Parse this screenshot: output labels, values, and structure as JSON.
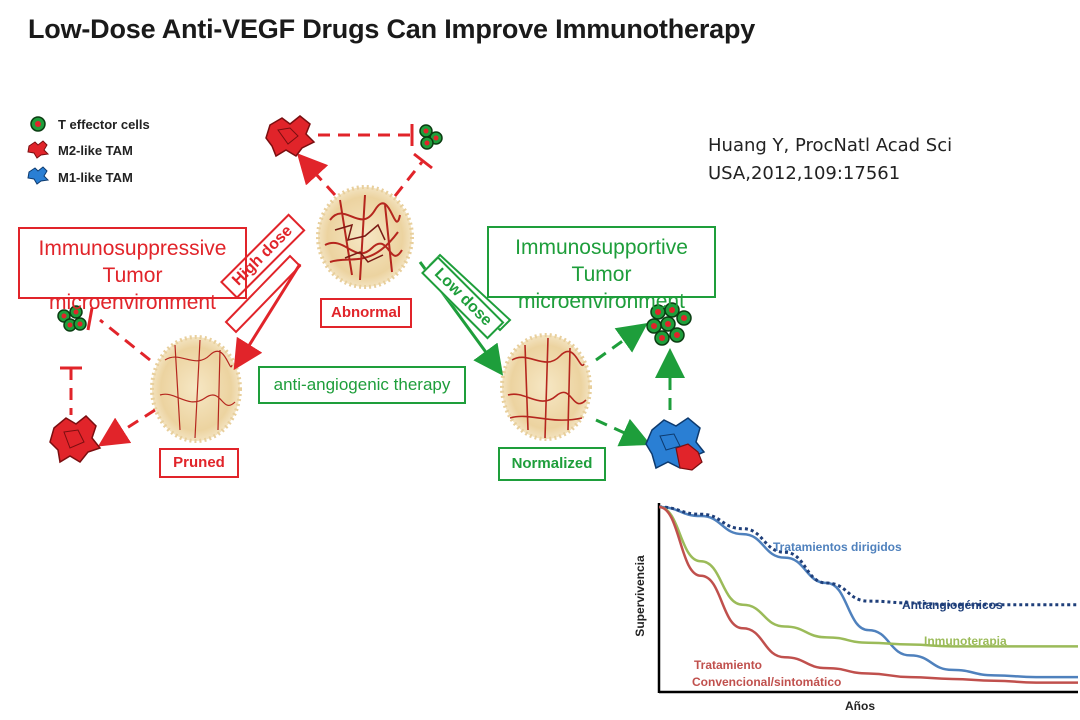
{
  "title": "Low-Dose Anti-VEGF Drugs Can Improve Immunotherapy",
  "citation": {
    "line1": "Huang Y, ProcNatl Acad Sci",
    "line2": "USA,2012,109:17561"
  },
  "legend": [
    {
      "label": "T effector cells",
      "icon": "t-effector-cell-icon"
    },
    {
      "label": "M2-like TAM",
      "icon": "m2-tam-icon"
    },
    {
      "label": "M1-like TAM",
      "icon": "m1-tam-icon"
    }
  ],
  "diagram": {
    "immunosuppressive": {
      "line1": "Immunosuppressive",
      "line2": "Tumor microenvironment"
    },
    "immunosupportive": {
      "line1": "Immunosupportive",
      "line2": "Tumor microenvironment"
    },
    "abnormal": "Abnormal",
    "pruned": "Pruned",
    "normalized": "Normalized",
    "high_dose": "High dose",
    "low_dose": "Low dose",
    "therapy": "anti-angiogenic therapy"
  },
  "colors": {
    "red": "#e1242a",
    "green": "#1e9e3b",
    "blue": "#2a7fd4"
  },
  "chart_data": {
    "type": "line",
    "title": "",
    "xlabel": "Años",
    "ylabel": "Supervivencia",
    "ylim": [
      0,
      1
    ],
    "series": [
      {
        "name": "Tratamientos dirigidos",
        "color": "#4f81bd",
        "style": "solid",
        "x": [
          0,
          1,
          2,
          3,
          4,
          5,
          6,
          7,
          8,
          9,
          10
        ],
        "y": [
          1.0,
          0.95,
          0.85,
          0.72,
          0.58,
          0.32,
          0.18,
          0.1,
          0.07,
          0.06,
          0.06
        ]
      },
      {
        "name": "Antiangiogénicos",
        "color": "#1f3f7a",
        "style": "dotted",
        "x": [
          0,
          1,
          2,
          3,
          4,
          5,
          6,
          7,
          8,
          9,
          10
        ],
        "y": [
          1.0,
          0.96,
          0.88,
          0.75,
          0.58,
          0.48,
          0.47,
          0.46,
          0.46,
          0.46,
          0.46
        ]
      },
      {
        "name": "Inmunoterapia",
        "color": "#9bbb59",
        "style": "solid",
        "x": [
          0,
          1,
          2,
          3,
          4,
          5,
          6,
          7,
          8,
          9,
          10
        ],
        "y": [
          1.0,
          0.7,
          0.46,
          0.34,
          0.28,
          0.25,
          0.24,
          0.23,
          0.23,
          0.23,
          0.23
        ]
      },
      {
        "name": "Tratamiento Convencional/sintomático",
        "label_line1": "Tratamiento",
        "label_line2": "Convencional/sintomático",
        "color": "#c0504d",
        "style": "solid",
        "x": [
          0,
          1,
          2,
          3,
          4,
          5,
          6,
          7,
          8,
          9,
          10
        ],
        "y": [
          1.0,
          0.62,
          0.33,
          0.17,
          0.11,
          0.08,
          0.06,
          0.05,
          0.04,
          0.03,
          0.03
        ]
      }
    ]
  }
}
